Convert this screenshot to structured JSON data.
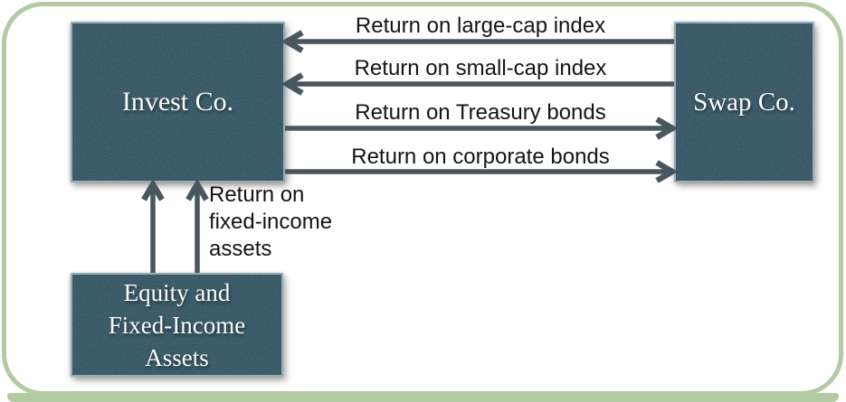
{
  "diagram": {
    "nodes": [
      {
        "id": "invest-co",
        "label": "Invest Co."
      },
      {
        "id": "swap-co",
        "label": "Swap Co."
      },
      {
        "id": "assets",
        "label": "Equity and Fixed-Income Assets",
        "lines": [
          "Equity and",
          "Fixed-Income",
          "Assets"
        ]
      }
    ],
    "edges": [
      {
        "id": "large-cap",
        "label": "Return on large-cap index",
        "from": "swap-co",
        "to": "invest-co",
        "direction": "left"
      },
      {
        "id": "small-cap",
        "label": "Return on small-cap index",
        "from": "swap-co",
        "to": "invest-co",
        "direction": "left"
      },
      {
        "id": "treasury",
        "label": "Return on Treasury bonds",
        "from": "invest-co",
        "to": "swap-co",
        "direction": "right"
      },
      {
        "id": "corporate",
        "label": "Return on corporate bonds",
        "from": "invest-co",
        "to": "swap-co",
        "direction": "right"
      },
      {
        "id": "fixed-income",
        "label": "Return on fixed-income assets",
        "label_lines": [
          "Return on",
          "fixed-income",
          "assets"
        ],
        "from": "assets",
        "to": "invest-co",
        "direction": "up",
        "arrow_count": 2
      }
    ]
  },
  "colors": {
    "box_fill": "#41616F",
    "box_border": "#9AACB4",
    "box_text": "#FCFCFC",
    "arrow": "#47565F",
    "label_text": "#141414",
    "frame_green": "#B2CBA2",
    "background": "#FFFFFF"
  }
}
